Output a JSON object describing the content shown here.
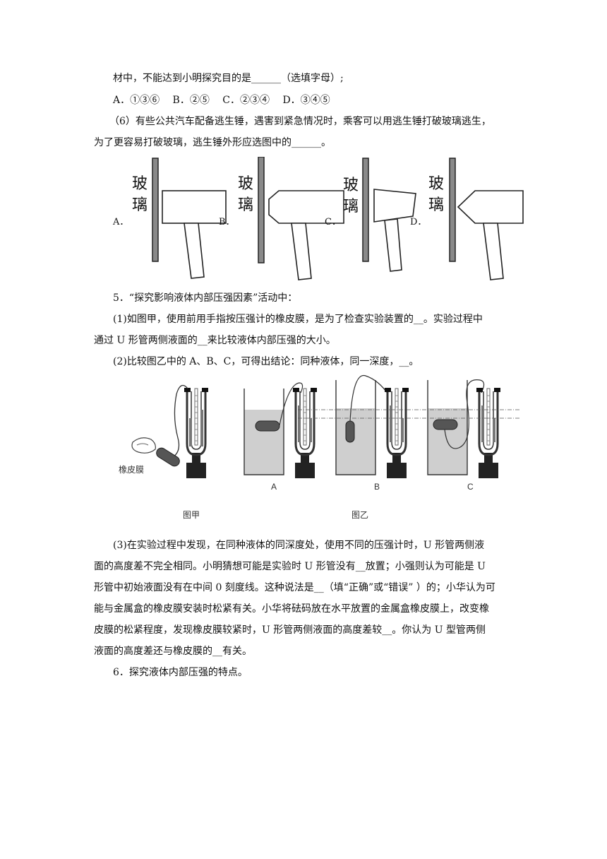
{
  "q4": {
    "line_cont": "材中，不能达到小明探究目的是______（选填字母）;",
    "options_line": "A．①③⑥　 B．②⑤　 C．②③④　 D．③④⑤",
    "part6_line1": "（6）有些公共汽车配备逃生锤，遇害到紧急情况时，乘客可以用逃生锤打破玻璃逃生，",
    "part6_line2": "为了更容易打破玻璃，逃生锤外形应选图中的______。",
    "glass_char1": "玻",
    "glass_char2": "璃",
    "hammer_letters": [
      "A．",
      "B．",
      "C．",
      "D．"
    ]
  },
  "q5": {
    "title": "5．“探究影响液体内部压强因素”活动中：",
    "p1_line1": "(1)如图甲，使用前用手指按压强计的橡皮膜，是为了检查实验装置的__。实验过程中",
    "p1_line2": "通过 U 形管两侧液面的__来比较液体内部压强的大小。",
    "p2_line": "(2)比较图乙中的 A、B、C，可得出结论：同种液体，同一深度，__。",
    "membrane_label": "橡皮膜",
    "sub_labels": [
      "A",
      "B",
      "C"
    ],
    "fig1_caption": "图甲",
    "fig2_caption": "图乙",
    "p3_lines": [
      "(3)在实验过程中发现，在同种液体的同深度处，使用不同的压强计时，U 形管两侧液",
      "面的高度差不完全相同。小明猜想可能是实验时 U 形管没有__放置；小强则认为可能是 U",
      "形管中初始液面没有在中间 0 刻度线。这种说法是__（填“正确”或“错误” ）的；小华认为可",
      "能与金属盒的橡皮膜安装时松紧有关。小华将砝码放在水平放置的金属盒橡皮膜上，改变橡",
      "皮膜的松紧程度，发现橡皮膜较紧时，U 形管两侧液面的高度差较__。你认为 U 型管两侧",
      "液面的高度差还与橡皮膜的__有关。"
    ]
  },
  "q6": {
    "title": "6．探究液体内部压强的特点。"
  }
}
